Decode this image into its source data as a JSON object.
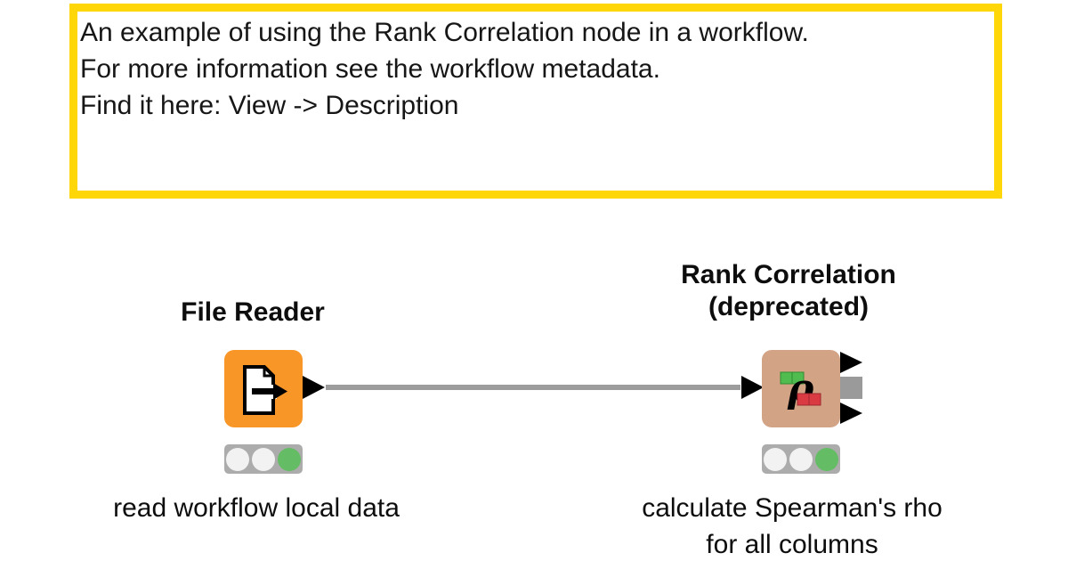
{
  "annotation": {
    "lines": [
      "An example of using the Rank Correlation node in a workflow.",
      "For more information see the workflow metadata.",
      "Find it here: View -> Description"
    ],
    "border_color": "#FFD608"
  },
  "nodes": [
    {
      "name": "File Reader",
      "title_lines": [
        "File Reader"
      ],
      "caption_lines": [
        "read workflow local data"
      ],
      "body_color": "#F89628",
      "icon": "file-export-icon",
      "status": "executed",
      "status_lights": [
        "off",
        "off",
        "green"
      ],
      "ports": {
        "out": [
          "data-triangle"
        ]
      }
    },
    {
      "name": "Rank Correlation (deprecated)",
      "title_lines": [
        "Rank Correlation",
        "(deprecated)"
      ],
      "caption_lines": [
        "calculate Spearman's rho",
        "for all columns"
      ],
      "body_color": "#D2A384",
      "icon": "rho-correlation-icon",
      "status": "executed",
      "status_lights": [
        "off",
        "off",
        "green"
      ],
      "ports": {
        "in": [
          "data-triangle"
        ],
        "out": [
          "data-triangle",
          "inactive-square",
          "data-triangle"
        ]
      }
    }
  ],
  "connection": {
    "from": "File Reader",
    "to": "Rank Correlation (deprecated)",
    "color": "#9C9C9C"
  },
  "colors": {
    "annotation_yellow": "#FFD608",
    "node_orange": "#F89628",
    "node_tan": "#D2A384",
    "status_green": "#64BC64",
    "status_off": "#F2F2F2",
    "traffic_base": "#ACACAC",
    "connection_gray": "#9C9C9C",
    "port_black": "#000000",
    "port_gray": "#9A9A9A",
    "icon_green": "#50BC50",
    "icon_red": "#DA3B43"
  }
}
